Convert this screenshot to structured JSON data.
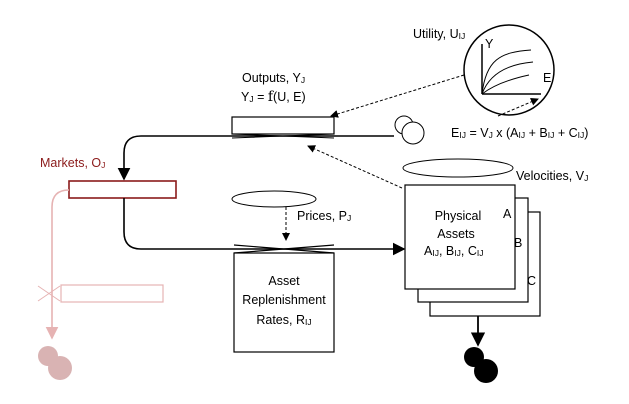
{
  "utility": {
    "title": "Utility, U",
    "title_sub": "IJ",
    "y_axis": "Y",
    "x_axis": "E"
  },
  "outputs": {
    "line1": "Outputs, Y",
    "line1_sub": "J",
    "line2_a": "Y",
    "line2_a_sub": "J",
    "line2_b": " = ",
    "line2_f": "f",
    "line2_c": "(U, E)"
  },
  "equation": {
    "e": "E",
    "e_sub": "IJ",
    "eq": " = V",
    "v_sub": "J",
    "x": " x (A",
    "a_sub": "IJ",
    "plus1": " + B",
    "b_sub": "IJ",
    "plus2": " + C",
    "c_sub": "IJ",
    "close": ")"
  },
  "markets": {
    "label": "Markets, O",
    "label_sub": "J"
  },
  "velocities": {
    "label": "Velocities, V",
    "label_sub": "J"
  },
  "prices": {
    "label": "Prices, P",
    "label_sub": "J"
  },
  "assets": {
    "line1": "Physical",
    "line2": "Assets",
    "a": "A",
    "a_sub": "IJ",
    "b": ", B",
    "b_sub": "IJ",
    "c": ", C",
    "c_sub": "IJ",
    "layer_a": "A",
    "layer_b": "B",
    "layer_c": "C"
  },
  "replenishment": {
    "line1": "Asset",
    "line2": "Replenishment",
    "line3_a": "Rates, R",
    "line3_sub": "IJ"
  },
  "colors": {
    "accent": "#8b1a1a",
    "faded": "#e6b3b3",
    "faded_fill": "#d9b3b3"
  }
}
